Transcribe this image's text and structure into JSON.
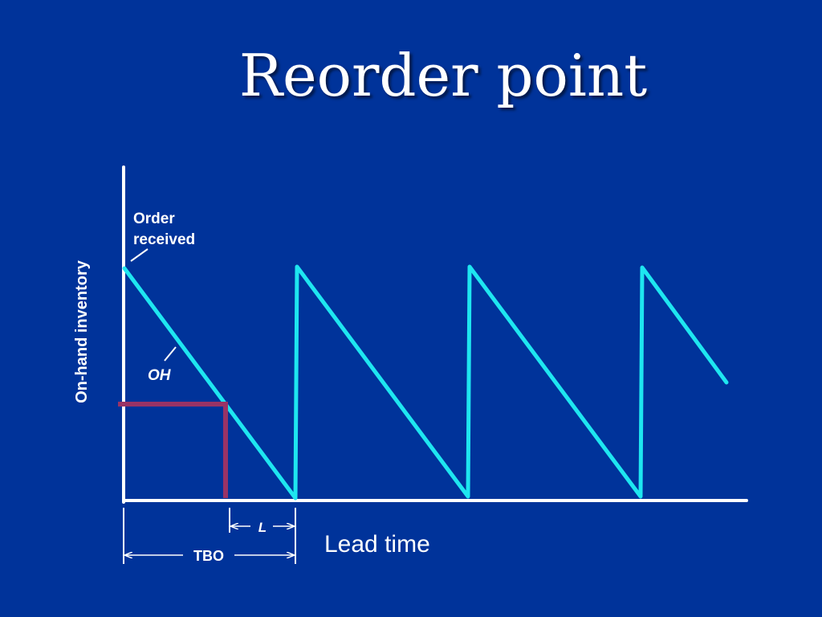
{
  "slide": {
    "title": "Reorder point"
  },
  "diagram": {
    "y_axis_label": "On-hand inventory",
    "label_order_received_line1": "Order",
    "label_order_received_line2": "received",
    "label_oh": "OH",
    "label_lead_time_symbol": "L",
    "label_tbo": "TBO",
    "label_lead_time": "Lead time"
  },
  "colors": {
    "background": "#00339a",
    "sawtooth": "#1ee6f0",
    "reorder_marker": "#993366",
    "axes": "#ffffff"
  }
}
